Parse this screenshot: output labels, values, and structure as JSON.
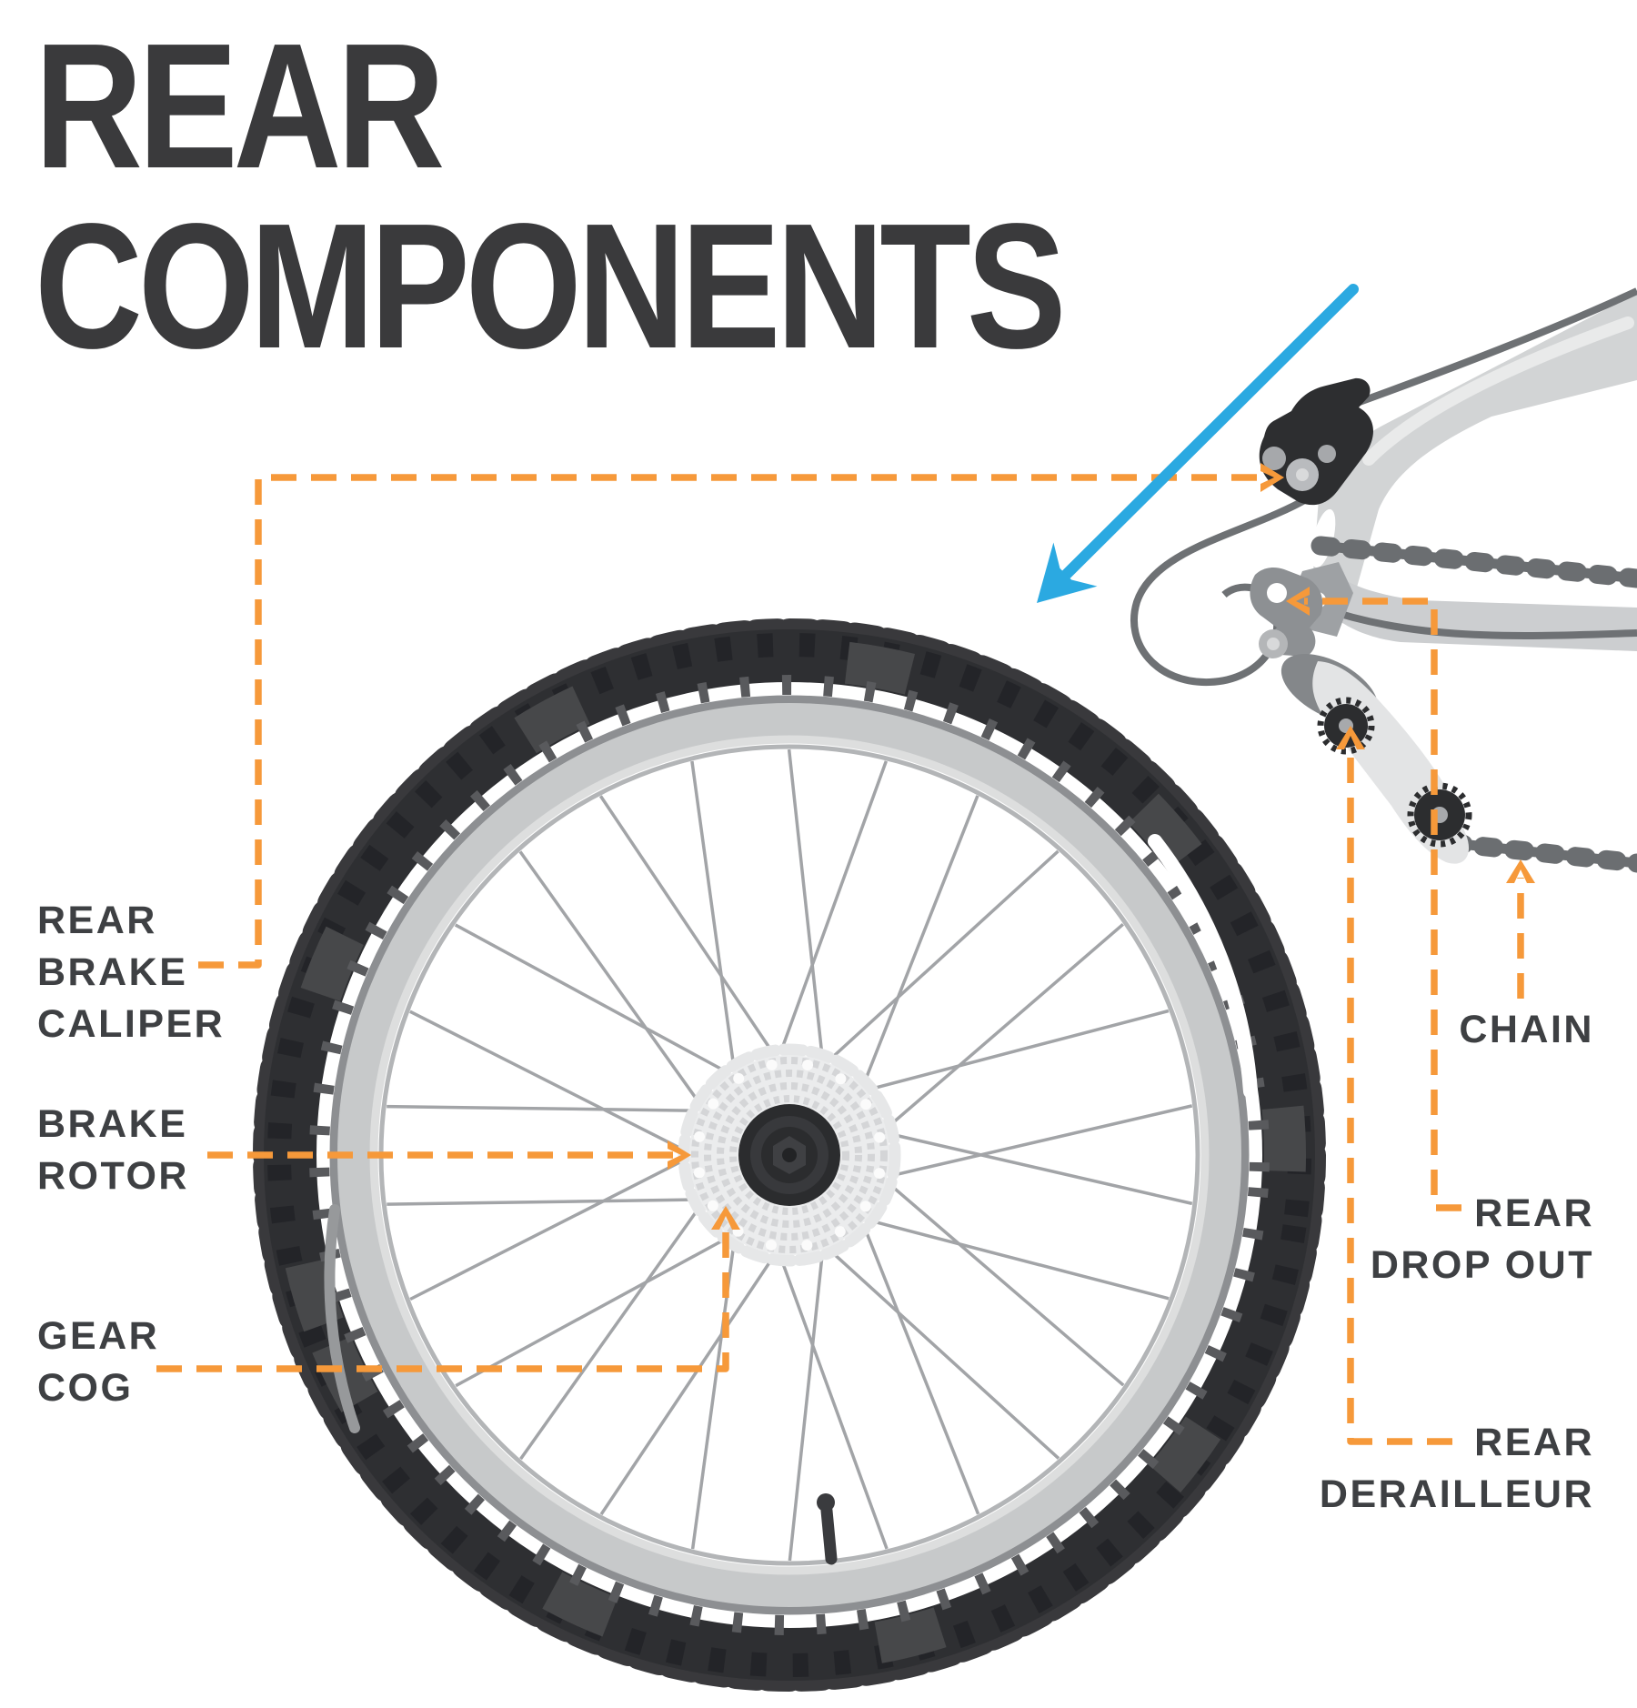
{
  "title": {
    "line1": "REAR",
    "line2": "COMPONENTS"
  },
  "labels": {
    "rear_brake_caliper": {
      "line1": "REAR",
      "line2": "BRAKE",
      "line3": "CALIPER"
    },
    "brake_rotor": {
      "line1": "BRAKE",
      "line2": "ROTOR"
    },
    "gear_cog": {
      "line1": "GEAR",
      "line2": "COG"
    },
    "chain": {
      "line1": "CHAIN"
    },
    "rear_drop_out": {
      "line1": "REAR",
      "line2": "DROP OUT"
    },
    "rear_derailleur": {
      "line1": "REAR",
      "line2": "DERAILLEUR"
    }
  },
  "icons": {
    "blue_arrow": "diagonal-pointer-arrow",
    "leader_arrowhead": "orange-chevron-arrowhead"
  },
  "colors": {
    "background": "#FFFFFF",
    "title_text": "#3A3A3C",
    "label_text": "#3E4043",
    "leader_orange": "#F6993A",
    "arrow_blue": "#2BA9E1",
    "tire_dark": "#2E2F32",
    "rim_gray": "#C7C9CA",
    "frame_light_gray": "#D2D4D5",
    "chain_gray": "#6B6E71"
  }
}
